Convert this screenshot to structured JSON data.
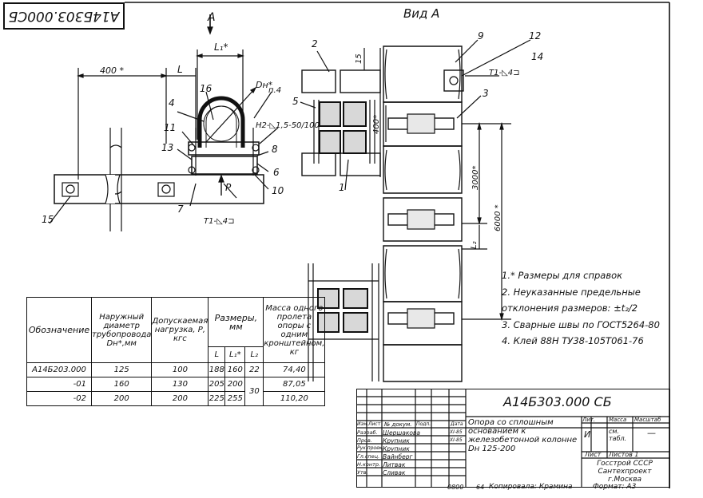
{
  "stamp": "А14Б303.000СБ",
  "views": {
    "view_a_title": "Вид А",
    "view_a_arrow": "А"
  },
  "dims": {
    "d400": "400 *",
    "L": "L",
    "L1": "L₁*",
    "Dn": "Dн*",
    "p4": "п.4",
    "weld_h2": "Н2-◺1,5-50/100",
    "weld_t1a": "Т1-◺4⊐",
    "weld_t1b": "Т1-◺4⊐",
    "d400v": "400*",
    "d3000": "3000*",
    "d6000": "6000 *",
    "L2": "L₂",
    "d15": "15",
    "P": "Р"
  },
  "callouts": [
    "1",
    "2",
    "3",
    "4",
    "5",
    "6",
    "7",
    "8",
    "9",
    "10",
    "11",
    "12",
    "13",
    "14",
    "15",
    "16"
  ],
  "table": {
    "headers": {
      "designation": "Обозначение",
      "diameter": "Наружный диаметр трубопровода Dн*,мм",
      "load": "Допускаемая нагрузка, Р, кгс",
      "sizes": "Размеры, мм",
      "mass": "Масса одного пролета опоры с одним кронштейном, кг",
      "L": "L",
      "L1": "L₁*",
      "L2": "L₂"
    },
    "rows": [
      {
        "designation": "А14Б203.000",
        "diameter": "125",
        "load": "100",
        "L": "188",
        "L1": "160",
        "L2": "22",
        "mass": "74,40"
      },
      {
        "designation": "-01",
        "diameter": "160",
        "load": "130",
        "L": "205",
        "L1": "200",
        "L2": "30",
        "mass": "87,05"
      },
      {
        "designation": "-02",
        "diameter": "200",
        "load": "200",
        "L": "225",
        "L1": "255",
        "L2": "",
        "mass": "110,20"
      }
    ]
  },
  "notes": [
    "1.* Размеры для справок",
    "2. Неуказанные предельные",
    "отклонения размеров: ±t₂/2",
    "3. Сварные швы по ГОСТ5264-80",
    "4. Клей 88Н ТУ38-105Т061-76"
  ],
  "title_block": {
    "code": "А14Б303.000 СБ",
    "title": "Опора со сплошным основанием к железобетонной колонне Dн 125-200",
    "lit_header": "Лит.",
    "mass_header": "Масса",
    "scale_header": "Масштаб",
    "lit_value": "И",
    "mass_value": "см. табл.",
    "scale_value": "—",
    "sheet": "Лист",
    "sheets": "Листов 1",
    "org": "Госстрой СССР Сантехпроект г.Москва",
    "cols": [
      "Изм.",
      "Лист",
      "№ докум.",
      "Подп.",
      "Дата"
    ],
    "rows": [
      {
        "role": "Разраб.",
        "name": "Шершакова",
        "date": "XI-85"
      },
      {
        "role": "Пров.",
        "name": "Крупник",
        "date": "XI-85"
      },
      {
        "role": "Рук.проек.",
        "name": "Крупник",
        "date": ""
      },
      {
        "role": "Гл.спец.",
        "name": "Вайнберг",
        "date": ""
      },
      {
        "role": "Н.контр.",
        "name": "Литвак",
        "date": ""
      },
      {
        "role": "Утв.",
        "name": "Сливак",
        "date": ""
      }
    ]
  },
  "footer": {
    "num1": "0800",
    "num2": "64",
    "copied": "Копировала: Крамина",
    "format": "Формат: А3"
  }
}
